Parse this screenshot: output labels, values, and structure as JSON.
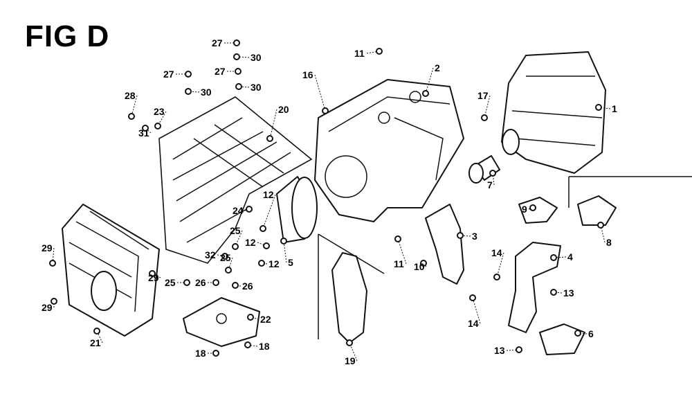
{
  "figure": {
    "title": "FIG D"
  },
  "callouts": [
    "27",
    "30",
    "27",
    "30",
    "27",
    "30",
    "28",
    "23",
    "31",
    "20",
    "16",
    "11",
    "2",
    "17",
    "1",
    "7",
    "9",
    "8",
    "24",
    "12",
    "25",
    "12",
    "12",
    "5",
    "32",
    "25",
    "29",
    "29",
    "25",
    "26",
    "26",
    "29",
    "22",
    "3",
    "11",
    "10",
    "4",
    "14",
    "13",
    "14",
    "13",
    "6",
    "21",
    "18",
    "18",
    "19"
  ],
  "colors": {
    "ink": "#111111",
    "background": "#ffffff"
  }
}
